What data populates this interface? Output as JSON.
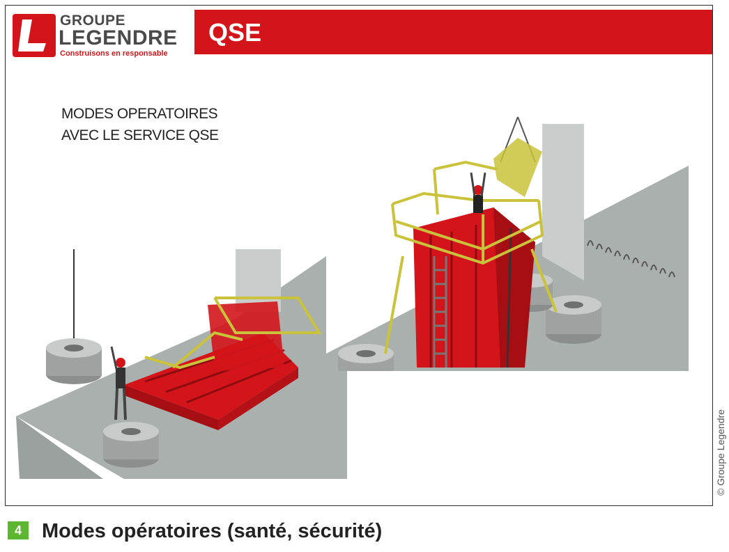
{
  "header": {
    "brand_line1": "GROUPE",
    "brand_line2": "LEGENDRE",
    "brand_tagline": "Construisons en responsable",
    "section_title": "QSE"
  },
  "slide": {
    "subtitle_line1": "MODES OPERATOIRES",
    "subtitle_line2": "AVEC LE SERVICE QSE"
  },
  "figure": {
    "number": "4",
    "caption": "Modes opératoires (santé, sécurité)",
    "credit": "© Groupe Legendre"
  },
  "colors": {
    "brand_red": "#d3151b",
    "badge_green": "#5cb631",
    "ground_grey": "#a9b0ae",
    "rail_yellow": "#c9c23a"
  }
}
